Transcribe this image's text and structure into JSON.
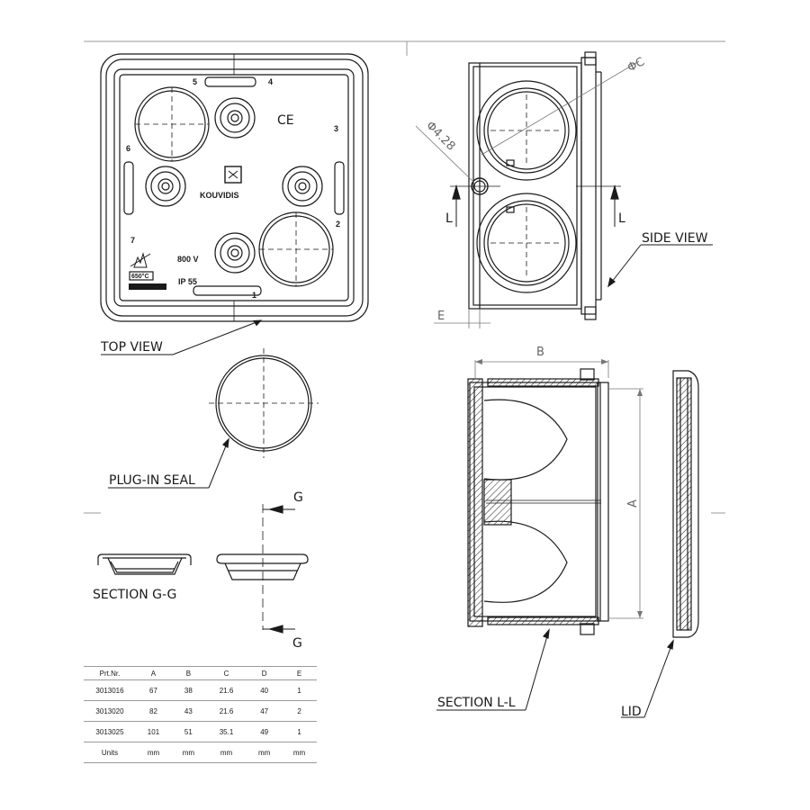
{
  "labels": {
    "top_view": "TOP VIEW",
    "side_view": "SIDE VIEW",
    "plug_in_seal": "PLUG-IN SEAL",
    "section_gg": "SECTION G-G",
    "section_ll": "SECTION L-L",
    "lid": "LID"
  },
  "section_markers": {
    "g": "G",
    "l": "L"
  },
  "dimensions": {
    "a": "A",
    "b": "B",
    "c": "ΦC",
    "e": "E",
    "hole": "Φ4.28"
  },
  "box_markings": {
    "brand": "KOUVIDIS",
    "voltage": "800 V",
    "ip": "IP 55",
    "temperature": "650°C",
    "ce": "CE",
    "entries": [
      "1",
      "2",
      "3",
      "4",
      "5",
      "6",
      "7"
    ]
  },
  "table": {
    "headers": [
      "Prt.Nr.",
      "A",
      "B",
      "C",
      "D",
      "E"
    ],
    "rows": [
      [
        "3013016",
        "67",
        "38",
        "21.6",
        "40",
        "1"
      ],
      [
        "3013020",
        "82",
        "43",
        "21.6",
        "47",
        "2"
      ],
      [
        "3013025",
        "101",
        "51",
        "35.1",
        "49",
        "1"
      ]
    ],
    "units": [
      "Units",
      "mm",
      "mm",
      "mm",
      "mm",
      "mm"
    ]
  }
}
